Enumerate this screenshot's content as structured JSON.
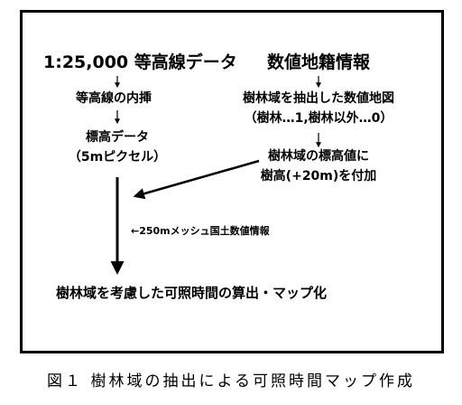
{
  "left_column": {
    "title": "1:25,000 等高線データ",
    "step1": "等高線の内挿",
    "step2_line1": "標高データ",
    "step2_line2": "（5mピクセル）"
  },
  "right_column": {
    "title": "数値地籍情報",
    "step1_line1": "樹林域を抽出した数値地図",
    "step1_line2": "（樹林…1,樹林以外…0）",
    "step2_line1": "樹林域の標高値に",
    "step2_line2": "樹高(+20m)を付加"
  },
  "side_note": "←250mメッシュ国土数値情報",
  "result": "樹林域を考慮した可照時間の算出・マップ化",
  "caption": "図１ 樹林域の抽出による可照時間マップ作成",
  "colors": {
    "stroke": "#000000",
    "background": "#ffffff"
  }
}
